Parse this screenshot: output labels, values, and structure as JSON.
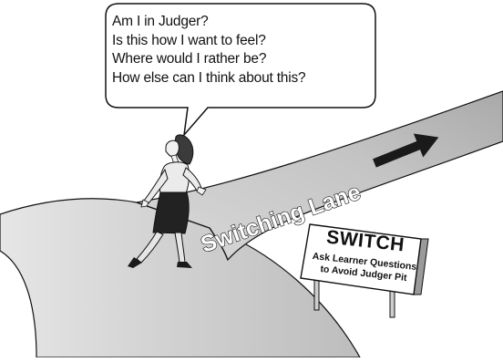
{
  "speech_bubble": {
    "lines": [
      "Am I in Judger?",
      "Is this how I want to feel?",
      "Where would I rather be?",
      "How else can I think about this?"
    ]
  },
  "road": {
    "label": "Switching Lane"
  },
  "sign": {
    "title": "SWITCH",
    "line1": "Ask Learner Questions",
    "line2": "to Avoid Judger Pit"
  },
  "colors": {
    "road_fill": "#cfcfcf",
    "road_light": "#e9e9e9",
    "outline": "#111111",
    "arrow": "#1a1a1a",
    "skirt": "#222222",
    "sign_face": "#ffffff"
  }
}
